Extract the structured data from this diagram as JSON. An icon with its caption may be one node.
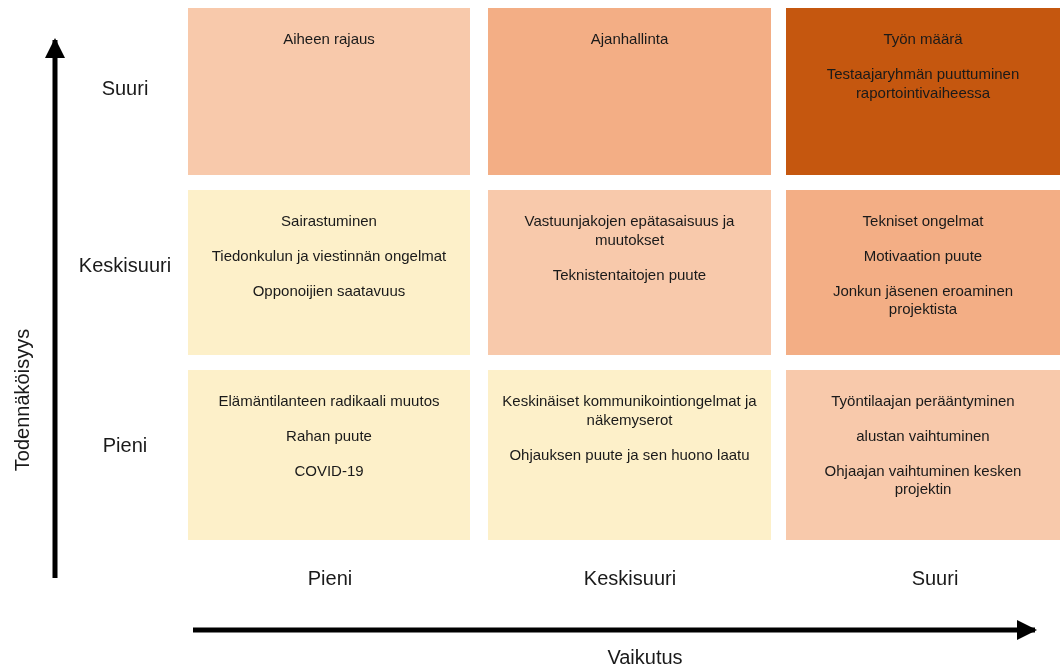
{
  "diagram": {
    "nodes": [
      {
        "text": [
          "Aiheen rajaus"
        ]
      },
      {
        "text": [
          "Ajanhallinta"
        ]
      },
      {
        "text": [
          "Työn määrä",
          "Testaajaryhmän puuttuminen raportointivaiheessa"
        ]
      },
      {
        "text": [
          "Sairastuminen",
          "Tiedonkulun ja viestinnän ongelmat",
          "Opponoijien saatavuus"
        ]
      },
      {
        "text": [
          "Vastuunjakojen epätasaisuus ja muutokset",
          "Teknistentaitojen puute"
        ]
      },
      {
        "text": [
          "Tekniset ongelmat",
          "Motivaation puute",
          "Jonkun jäsenen eroaminen projektista"
        ]
      },
      {
        "text": [
          "Elämäntilanteen radikaali muutos",
          "Rahan puute",
          "COVID-19"
        ]
      },
      {
        "text": [
          "Keskinäiset kommunikointiongelmat ja näkemyserot",
          "Ohjauksen puute ja sen huono laatu"
        ]
      },
      {
        "text": [
          "Työntilaajan perääntyminen",
          "alustan vaihtuminen",
          "Ohjaajan vaihtuminen kesken projektin"
        ]
      }
    ],
    "edges": [],
    "labels": [
      "Suuri",
      "Keskisuuri",
      "Pieni",
      "Todennäköisyys",
      "Pieni",
      "Keskisuuri",
      "Suuri",
      "Vaikutus"
    ]
  }
}
